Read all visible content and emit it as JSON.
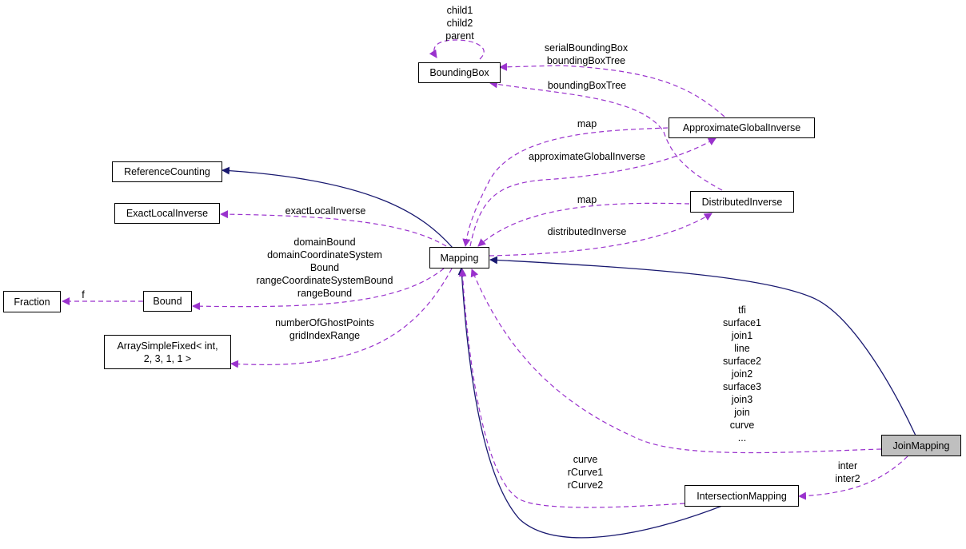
{
  "nodes": {
    "bounding_box": "BoundingBox",
    "approximate_global_inverse": "ApproximateGlobalInverse",
    "reference_counting": "ReferenceCounting",
    "exact_local_inverse": "ExactLocalInverse",
    "distributed_inverse": "DistributedInverse",
    "mapping": "Mapping",
    "fraction": "Fraction",
    "bound": "Bound",
    "array_simple_fixed_line1": "ArraySimpleFixed< int,",
    "array_simple_fixed_line2": "2, 3, 1, 1 >",
    "join_mapping": "JoinMapping",
    "intersection_mapping": "IntersectionMapping"
  },
  "edge_labels": {
    "bbox_self": [
      "child1",
      "child2",
      "parent"
    ],
    "agi_to_bbox": [
      "serialBoundingBox",
      "boundingBoxTree"
    ],
    "di_to_bbox": [
      "boundingBoxTree"
    ],
    "agi_to_mapping": [
      "map"
    ],
    "mapping_to_agi": [
      "approximateGlobalInverse"
    ],
    "di_to_mapping": [
      "map"
    ],
    "mapping_to_di": [
      "distributedInverse"
    ],
    "mapping_to_eli": [
      "exactLocalInverse"
    ],
    "mapping_to_bound": [
      "domainBound",
      "domainCoordinateSystem",
      "Bound",
      "rangeCoordinateSystemBound",
      "rangeBound"
    ],
    "bound_to_fraction": [
      "f"
    ],
    "mapping_to_array": [
      "numberOfGhostPoints",
      "gridIndexRange"
    ],
    "join_to_mapping": [
      "tfi",
      "surface1",
      "join1",
      "line",
      "surface2",
      "join2",
      "surface3",
      "join3",
      "join",
      "curve",
      "..."
    ],
    "intersection_to_mapping": [
      "curve",
      "rCurve1",
      "rCurve2"
    ],
    "join_to_intersection": [
      "inter",
      "inter2"
    ]
  },
  "colors": {
    "usage_edge": "#9a32cd",
    "inheritance_edge": "#191970",
    "node_border": "#000000",
    "highlight_fill": "#bfbfbf"
  }
}
